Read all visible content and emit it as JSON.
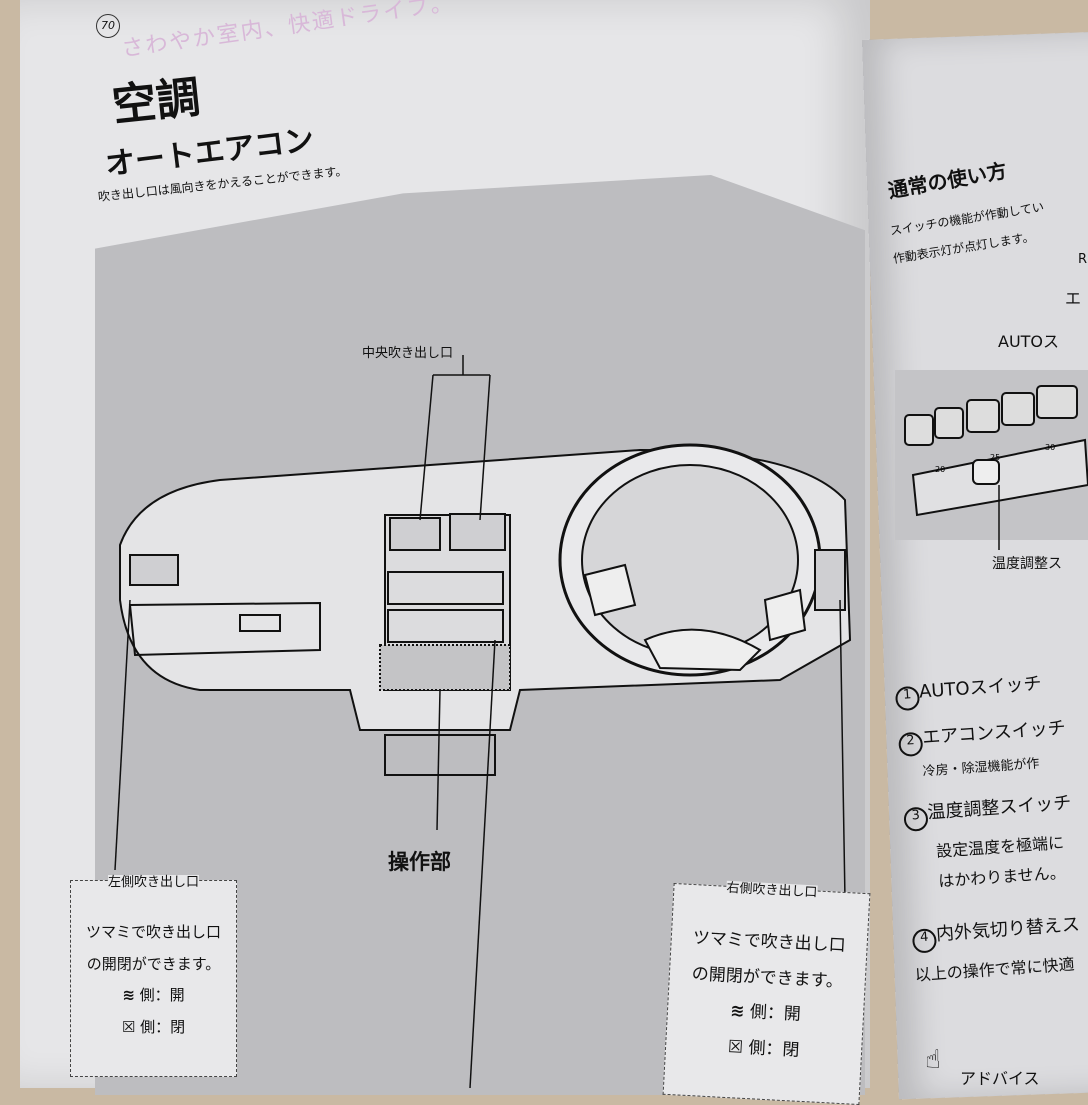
{
  "left_page": {
    "page_number": "70",
    "running_header": "さわやか室内、快適ドライブ。",
    "title": "空調",
    "subtitle": "オートエアコン",
    "note": "吹き出し口は風向きをかえることができます。",
    "diagram": {
      "center_vent_label": "中央吹き出し口",
      "control_label": "操作部",
      "left_box": {
        "heading": "左側吹き出し口",
        "line1": "ツマミで吹き出し口",
        "line2": "の開閉ができます。",
        "open": "側：開",
        "close": "側：閉"
      },
      "right_box": {
        "heading": "右側吹き出し口",
        "line1": "ツマミで吹き出し口",
        "line2": "の開閉ができます。",
        "open": "側：開",
        "close": "側：閉"
      }
    }
  },
  "right_page": {
    "heading": "通常の使い方",
    "line1": "スイッチの機能が作動してい",
    "line2": "作動表示灯が点灯します。",
    "callout_r": "R",
    "callout_e": "エ",
    "callout_auto": "AUTOス",
    "temp_scale": [
      "20",
      "25",
      "30"
    ],
    "temp_label": "温度調整ス",
    "steps": [
      {
        "num": "1",
        "text": "AUTOスイッチ"
      },
      {
        "num": "2",
        "text": "エアコンスイッチ",
        "detail": "冷房・除湿機能が作"
      },
      {
        "num": "3",
        "text": "温度調整スイッチ",
        "detail": "設定温度を極端に",
        "detail2": "はかわりません。"
      },
      {
        "num": "4",
        "text": "内外気切り替えス",
        "detail": "以上の操作で常に快適"
      }
    ],
    "advice": "アドバイス",
    "advice_icon": "pointing-hand-icon"
  }
}
